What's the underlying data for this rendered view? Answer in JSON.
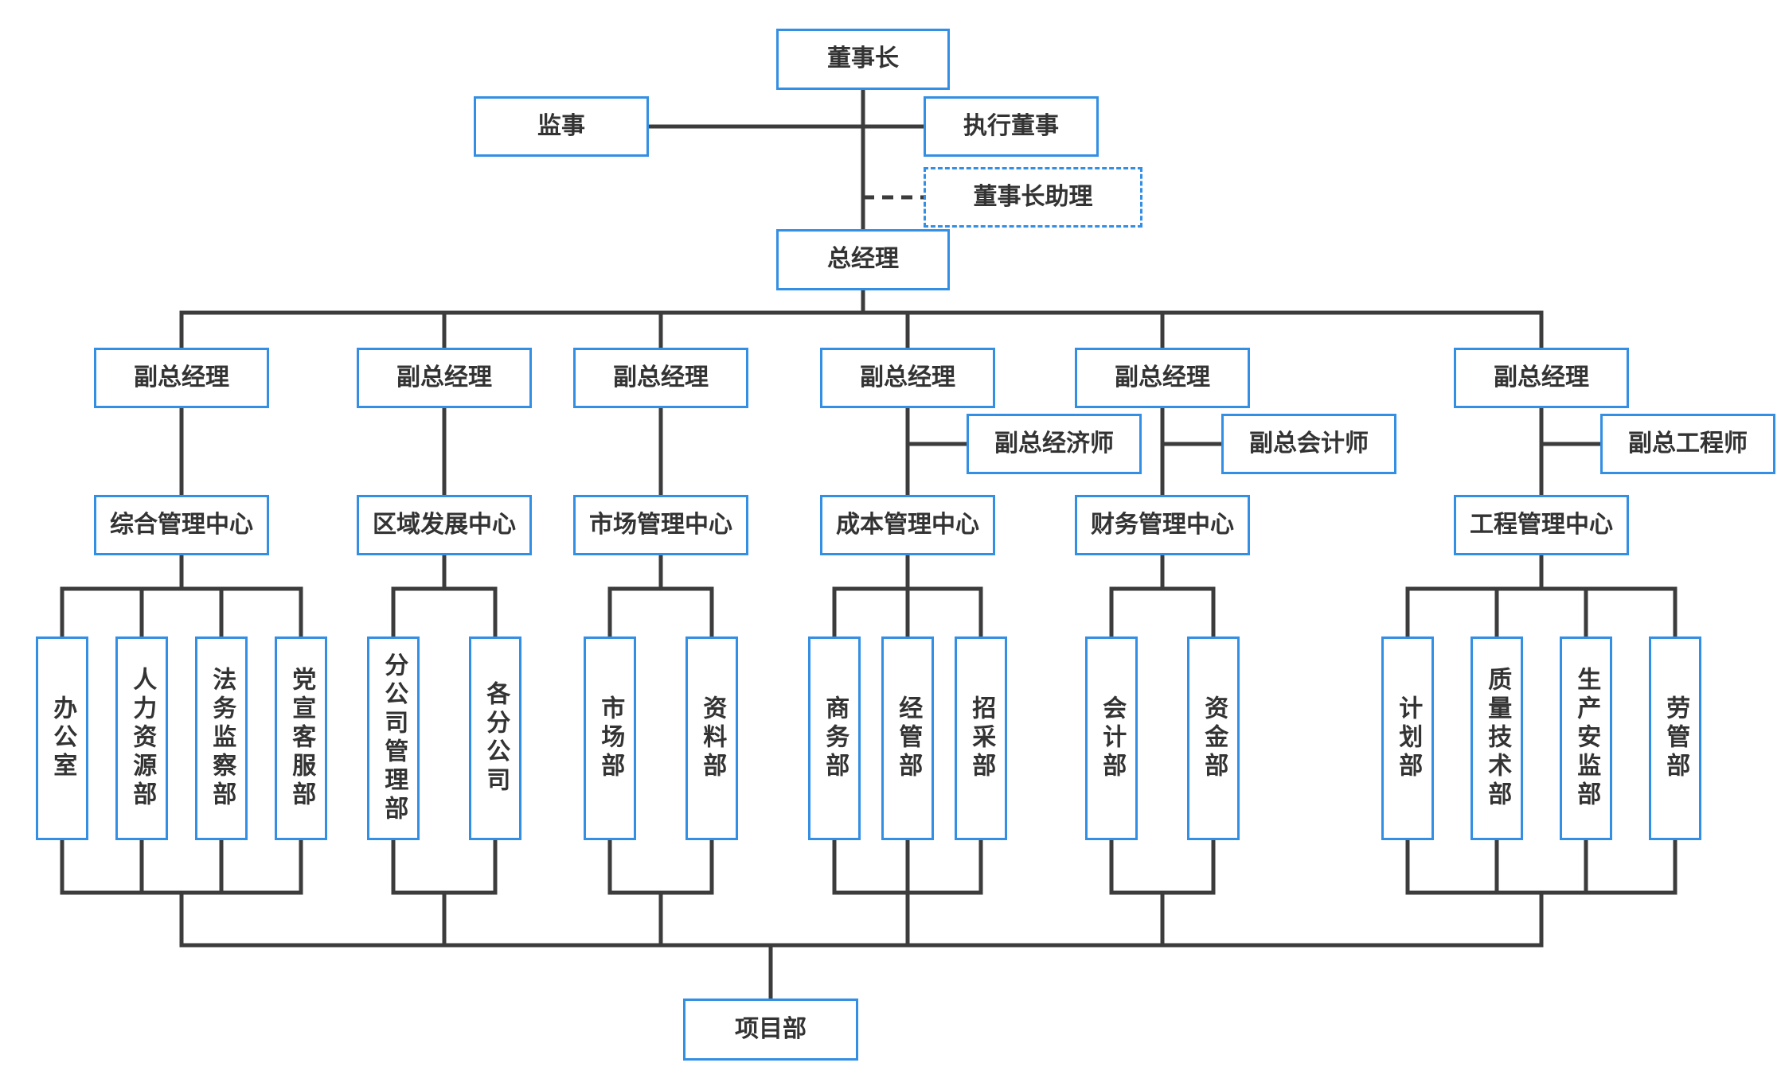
{
  "diagram": {
    "type": "org-chart",
    "colors": {
      "box_border": "#338fe3",
      "connector_line": "#3c3c3c",
      "text": "#333333",
      "background": "#ffffff"
    },
    "nodes": {
      "chairman": "董事长",
      "supervisor": "监事",
      "executive_director": "执行董事",
      "chairman_assistant": "董事长助理",
      "general_manager": "总经理",
      "deputy_general_managers": [
        "副总经理",
        "副总经理",
        "副总经理",
        "副总经理",
        "副总经理",
        "副总经理"
      ],
      "staff_officers": {
        "deputy_chief_economist": "副总经济师",
        "deputy_chief_accountant": "副总会计师",
        "deputy_chief_engineer": "副总工程师"
      },
      "centers": [
        "综合管理中心",
        "区域发展中心",
        "市场管理中心",
        "成本管理中心",
        "财务管理中心",
        "工程管理中心"
      ],
      "departments": [
        [
          "办公室",
          "人力资源部",
          "法务监察部",
          "党宣客服部"
        ],
        [
          "分公司管理部",
          "各分公司"
        ],
        [
          "市场部",
          "资料部"
        ],
        [
          "商务部",
          "经管部",
          "招采部"
        ],
        [
          "会计部",
          "资金部"
        ],
        [
          "计划部",
          "质量技术部",
          "生产安监部",
          "劳管部"
        ]
      ],
      "project_department": "项目部"
    }
  }
}
